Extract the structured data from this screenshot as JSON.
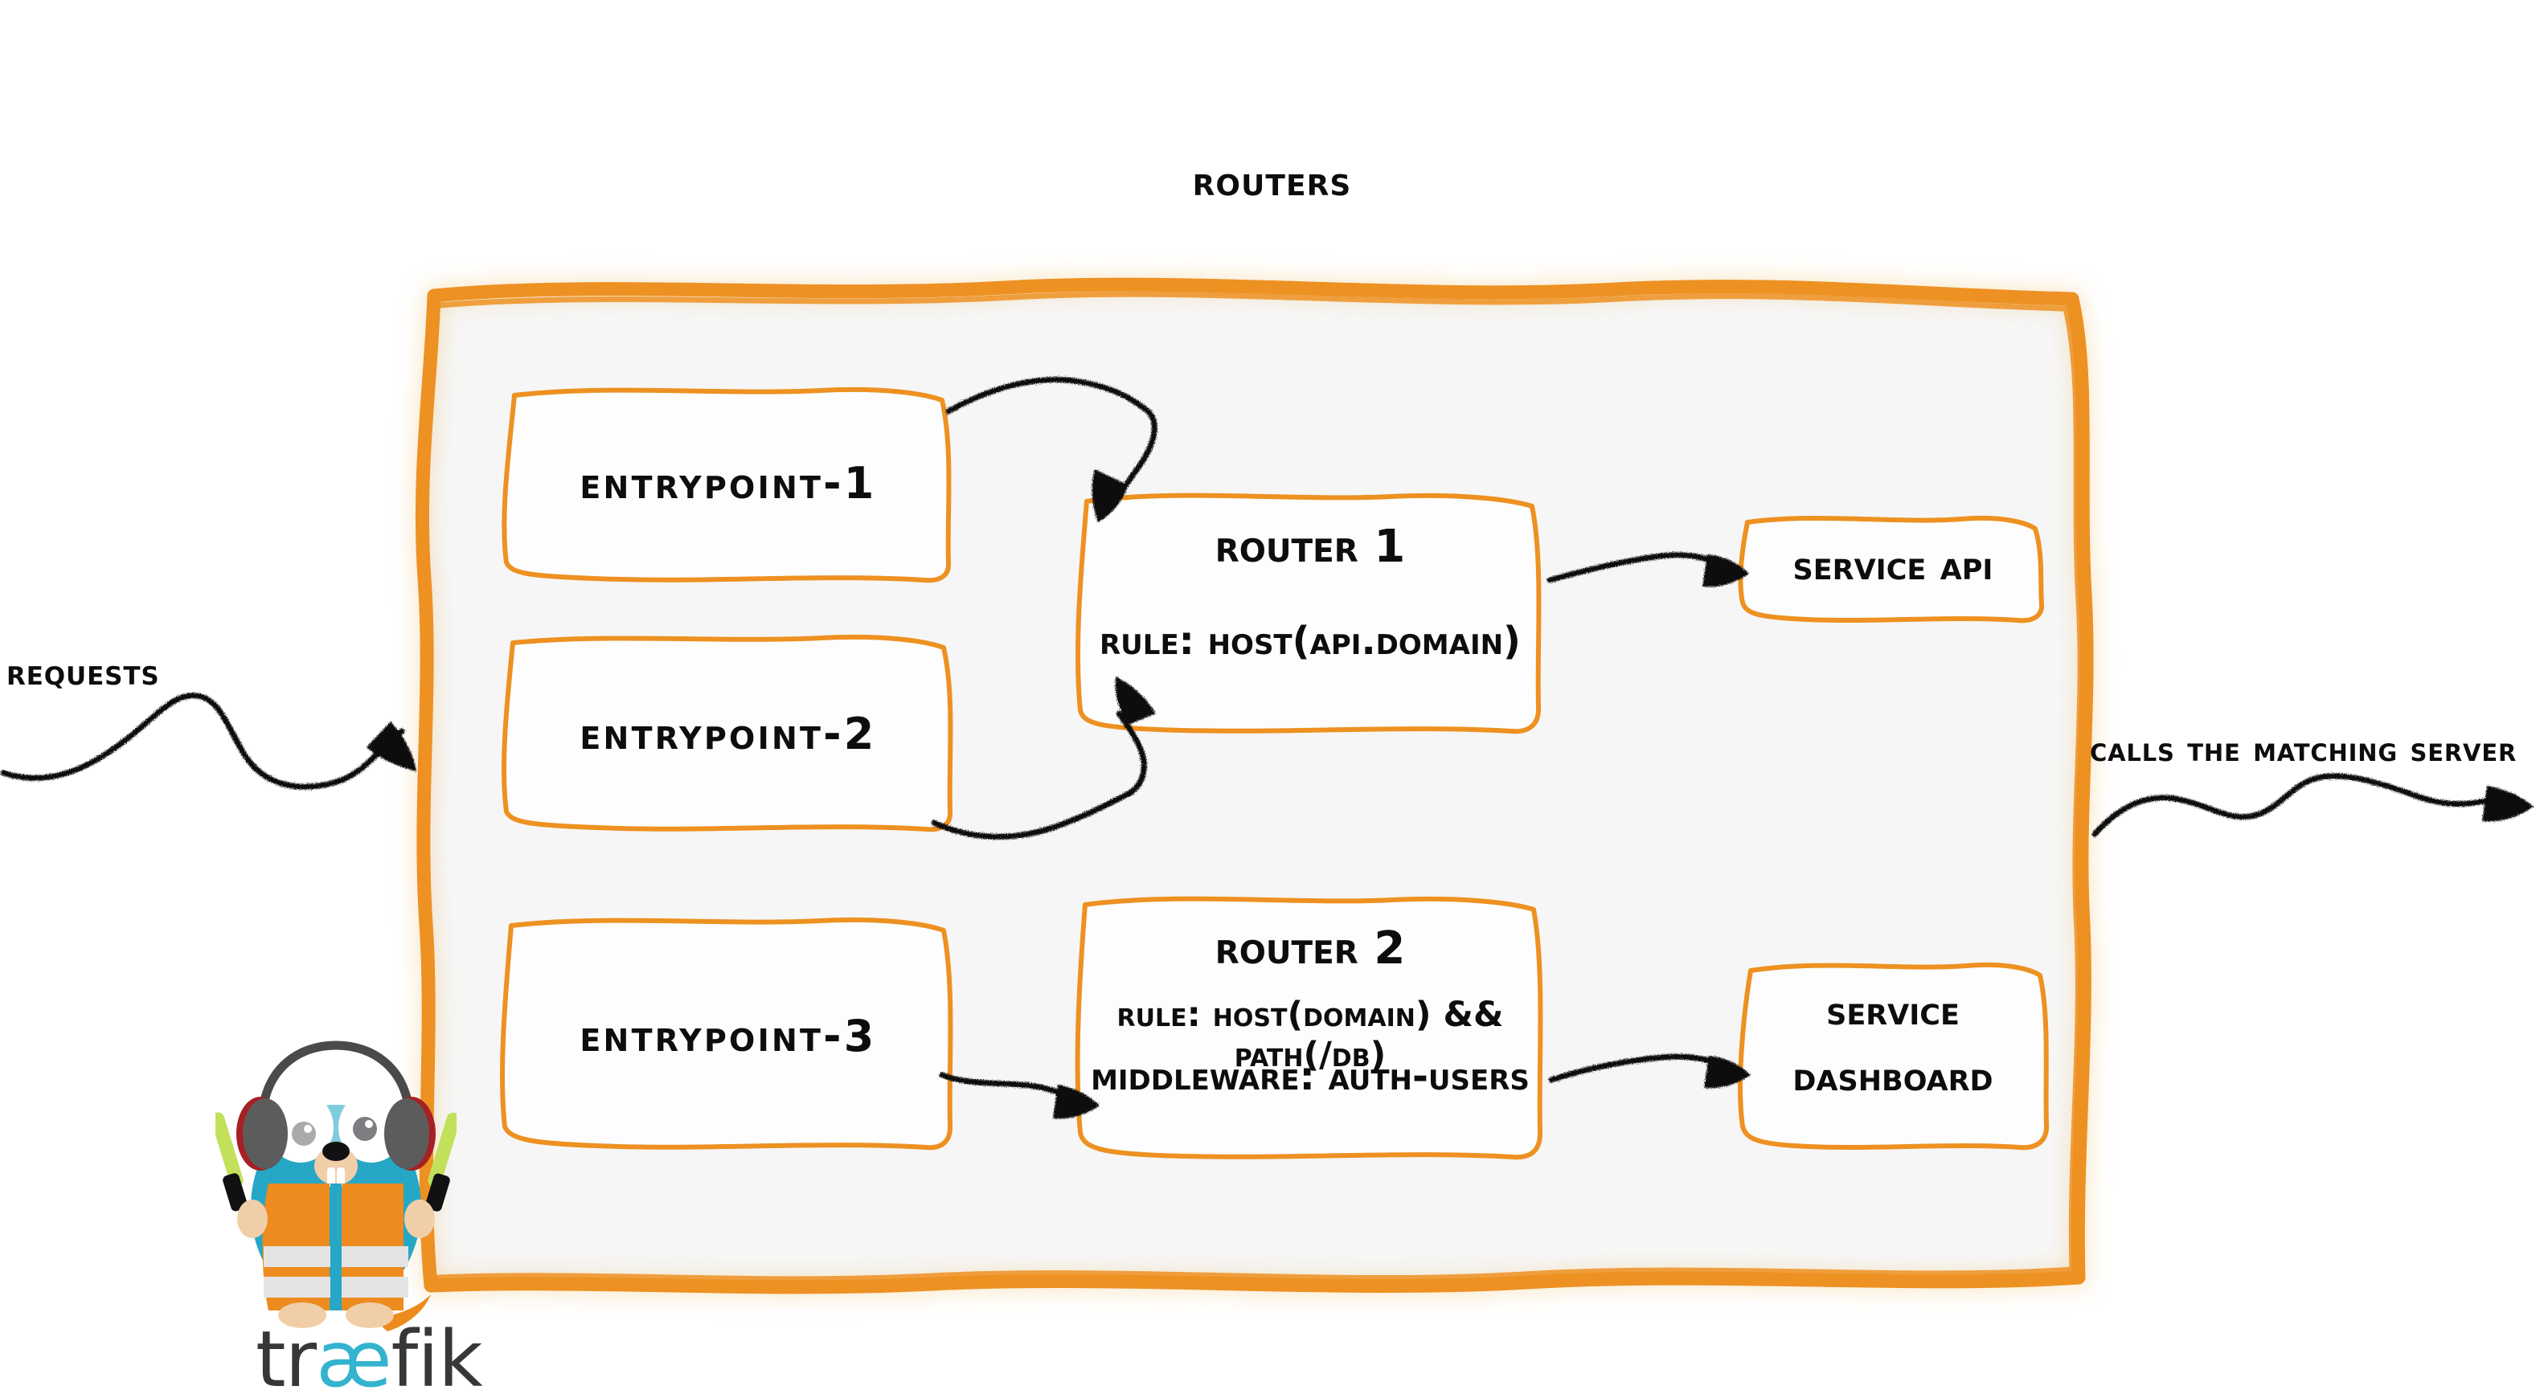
{
  "diagram": {
    "title": "Routers",
    "accent_color": "#ED9121",
    "border_color": "#E8922E",
    "container_fill": "#F6F6F6",
    "node_fill": "#FDFDFD",
    "ink_color": "#0D0D0D",
    "brand_cyan": "#34B3CF",
    "brand_dark": "#37373A"
  },
  "incoming": {
    "label": "Requests",
    "arrow_icon": "wavy-arrow-right-icon"
  },
  "outgoing": {
    "label": "Calls the matching server",
    "arrow_icon": "wavy-arrow-right-icon"
  },
  "entrypoints": [
    {
      "label": "entrypoint-1"
    },
    {
      "label": "entrypoint-2"
    },
    {
      "label": "entrypoint-3"
    }
  ],
  "routers": [
    {
      "name": "Router 1",
      "rule": "rule: Host(api.domain)",
      "middleware": ""
    },
    {
      "name": "Router 2",
      "rule": "rule: Host(domain) && Path(/db)",
      "middleware": "Middleware: auth-users"
    }
  ],
  "services": [
    {
      "line1": "Service API",
      "line2": ""
    },
    {
      "line1": "Service",
      "line2": "Dashboard"
    }
  ],
  "brand": {
    "logo_prefix": "tr",
    "logo_ligature": "æ",
    "logo_suffix": "fik",
    "mascot_icon": "traefik-gopher-icon"
  }
}
